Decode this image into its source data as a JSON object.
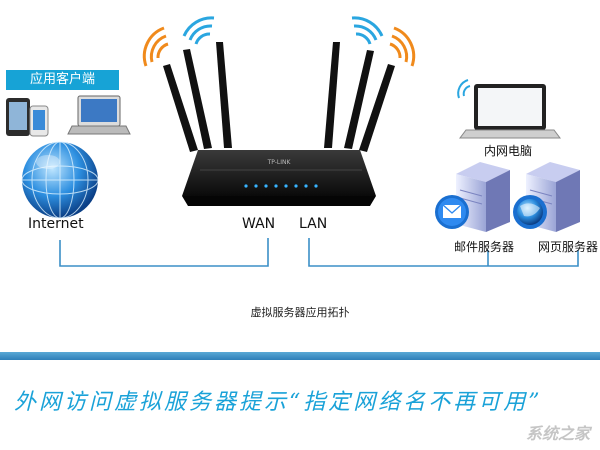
{
  "client": {
    "badge_label": "应用客户端"
  },
  "internet": {
    "label": "Internet"
  },
  "router": {
    "brand": "TP-LINK",
    "wan_label": "WAN",
    "lan_label": "LAN"
  },
  "laptop": {
    "label": "内网电脑"
  },
  "mail_server": {
    "label": "邮件服务器"
  },
  "web_server": {
    "label": "网页服务器"
  },
  "caption": "虚拟服务器应用拓扑",
  "banner": {
    "text": "外网访问虚拟服务器提示“指定网络名不再可用”",
    "watermark": "系统之家"
  },
  "colors": {
    "accent": "#17a3d6",
    "line": "#3b8fc7",
    "signal": "#f08a1c",
    "signal_alt": "#2aa6e0"
  }
}
